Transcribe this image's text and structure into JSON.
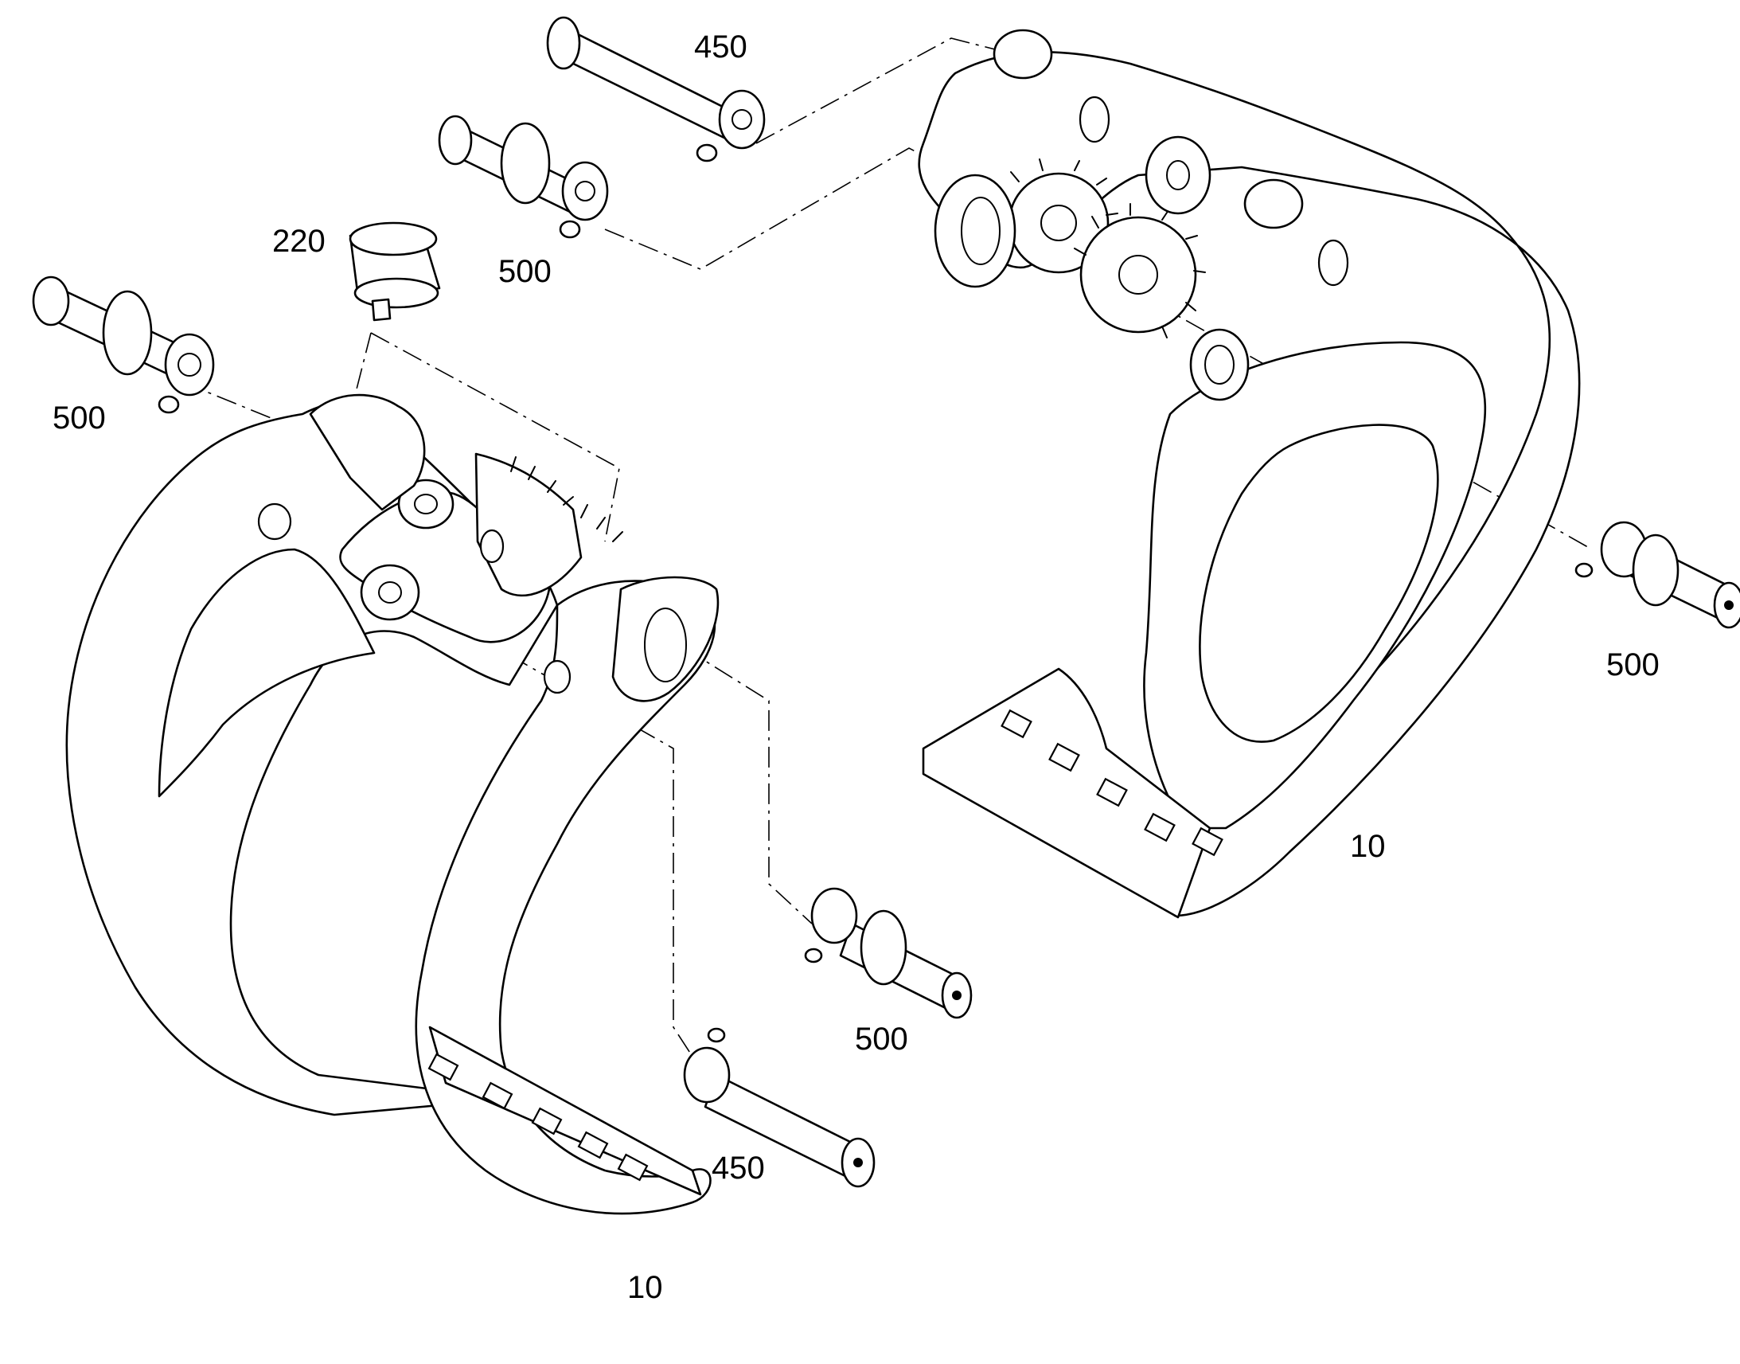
{
  "callouts": {
    "pin_top": "450",
    "pin_upper": "500",
    "sensor": "220",
    "pin_left": "500",
    "pin_right": "500",
    "jaw_right": "10",
    "pin_middle": "500",
    "pin_bottom": "450",
    "jaw_left": "10"
  }
}
